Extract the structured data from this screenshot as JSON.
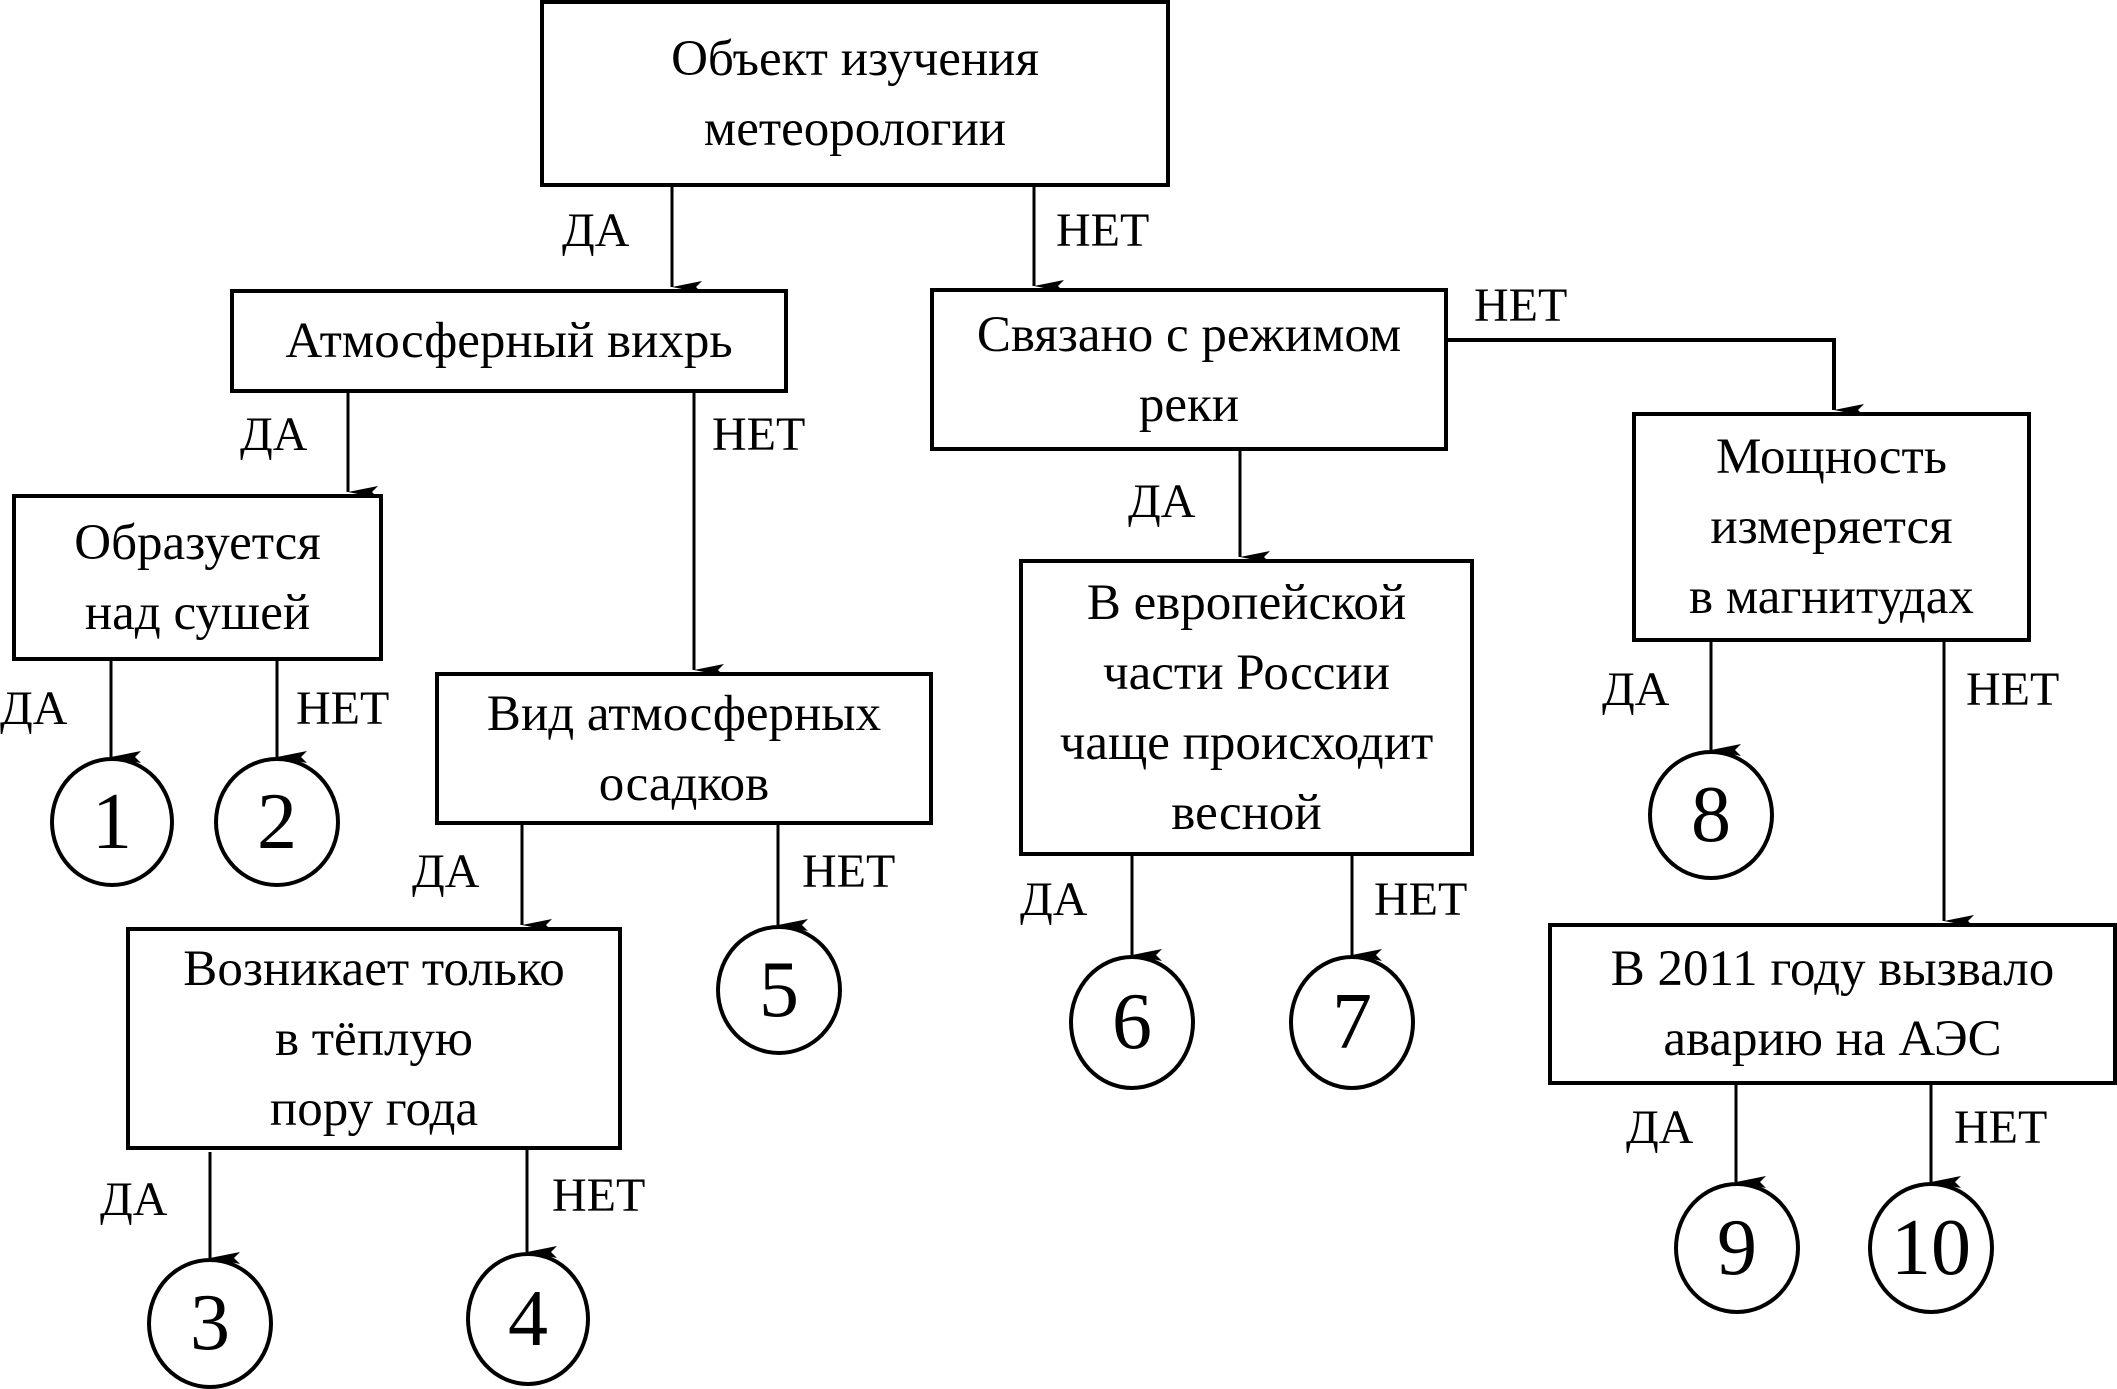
{
  "diagram": {
    "title": "Объект изучения метеорологии",
    "answer_yes": "ДА",
    "answer_no": "НЕТ",
    "nodes": {
      "root": "Объект изучения\nметеорологии",
      "vortex": "Атмосферный вихрь",
      "over_land": "Образуется\nнад сушей",
      "precipitation": "Вид атмосферных\nосадков",
      "warm_season": "Возникает только\nв тёплую\nпору года",
      "river_regime": "Связано с режимом\nреки",
      "european_spring": "В европейской\nчасти России\nчаще происходит\nвесной",
      "magnitude": "Мощность\nизмеряется\nв магнитудах",
      "nuclear_2011": "В 2011 году вызвало\nаварию на АЭС"
    },
    "leaves": [
      "1",
      "2",
      "3",
      "4",
      "5",
      "6",
      "7",
      "8",
      "9",
      "10"
    ],
    "edges": [
      {
        "from": "root",
        "to": "vortex",
        "label": "ДА"
      },
      {
        "from": "root",
        "to": "river_regime",
        "label": "НЕТ"
      },
      {
        "from": "vortex",
        "to": "over_land",
        "label": "ДА"
      },
      {
        "from": "vortex",
        "to": "precipitation",
        "label": "НЕТ"
      },
      {
        "from": "over_land",
        "to": "1",
        "label": "ДА"
      },
      {
        "from": "over_land",
        "to": "2",
        "label": "НЕТ"
      },
      {
        "from": "precipitation",
        "to": "warm_season",
        "label": "ДА"
      },
      {
        "from": "precipitation",
        "to": "5",
        "label": "НЕТ"
      },
      {
        "from": "warm_season",
        "to": "3",
        "label": "ДА"
      },
      {
        "from": "warm_season",
        "to": "4",
        "label": "НЕТ"
      },
      {
        "from": "river_regime",
        "to": "european_spring",
        "label": "ДА"
      },
      {
        "from": "river_regime",
        "to": "magnitude",
        "label": "НЕТ"
      },
      {
        "from": "european_spring",
        "to": "6",
        "label": "ДА"
      },
      {
        "from": "european_spring",
        "to": "7",
        "label": "НЕТ"
      },
      {
        "from": "magnitude",
        "to": "8",
        "label": "ДА"
      },
      {
        "from": "magnitude",
        "to": "nuclear_2011",
        "label": "НЕТ"
      },
      {
        "from": "nuclear_2011",
        "to": "9",
        "label": "ДА"
      },
      {
        "from": "nuclear_2011",
        "to": "10",
        "label": "НЕТ"
      }
    ]
  }
}
